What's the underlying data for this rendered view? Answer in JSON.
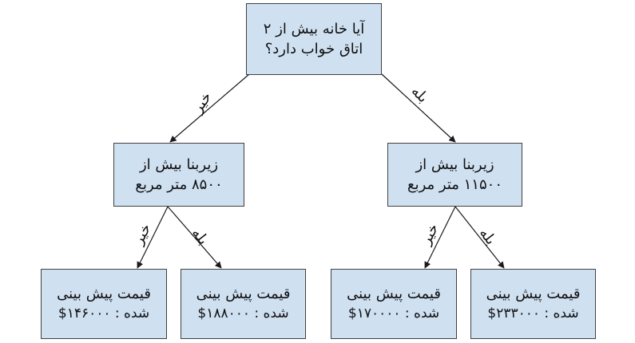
{
  "colors": {
    "node_fill": "#cfe0f1",
    "node_border": "#404040",
    "edge": "#1a1a1a"
  },
  "nodes": {
    "root": {
      "line1": "آیا خانه بیش از ۲",
      "line2": "اتاق خواب دارد؟"
    },
    "left": {
      "line1": "زیربنا بیش از",
      "line2": "۸۵۰۰ متر مربع"
    },
    "right": {
      "line1": "زیربنا بیش از",
      "line2": "۱۱۵۰۰ متر مربع"
    },
    "leaf1": {
      "line1": "قیمت پیش بینی",
      "line2": "شده : ۱۴۶۰۰۰$"
    },
    "leaf2": {
      "line1": "قیمت پیش بینی",
      "line2": "شده : ۱۸۸۰۰۰$"
    },
    "leaf3": {
      "line1": "قیمت پیش بینی",
      "line2": "شده : ۱۷۰۰۰۰$"
    },
    "leaf4": {
      "line1": "قیمت پیش بینی",
      "line2": "شده : ۲۳۳۰۰۰$"
    }
  },
  "edges": {
    "root_left": "خیر",
    "root_right": "بله",
    "left_leaf1": "خیر",
    "left_leaf2": "بله",
    "right_leaf3": "خیر",
    "right_leaf4": "بله"
  }
}
